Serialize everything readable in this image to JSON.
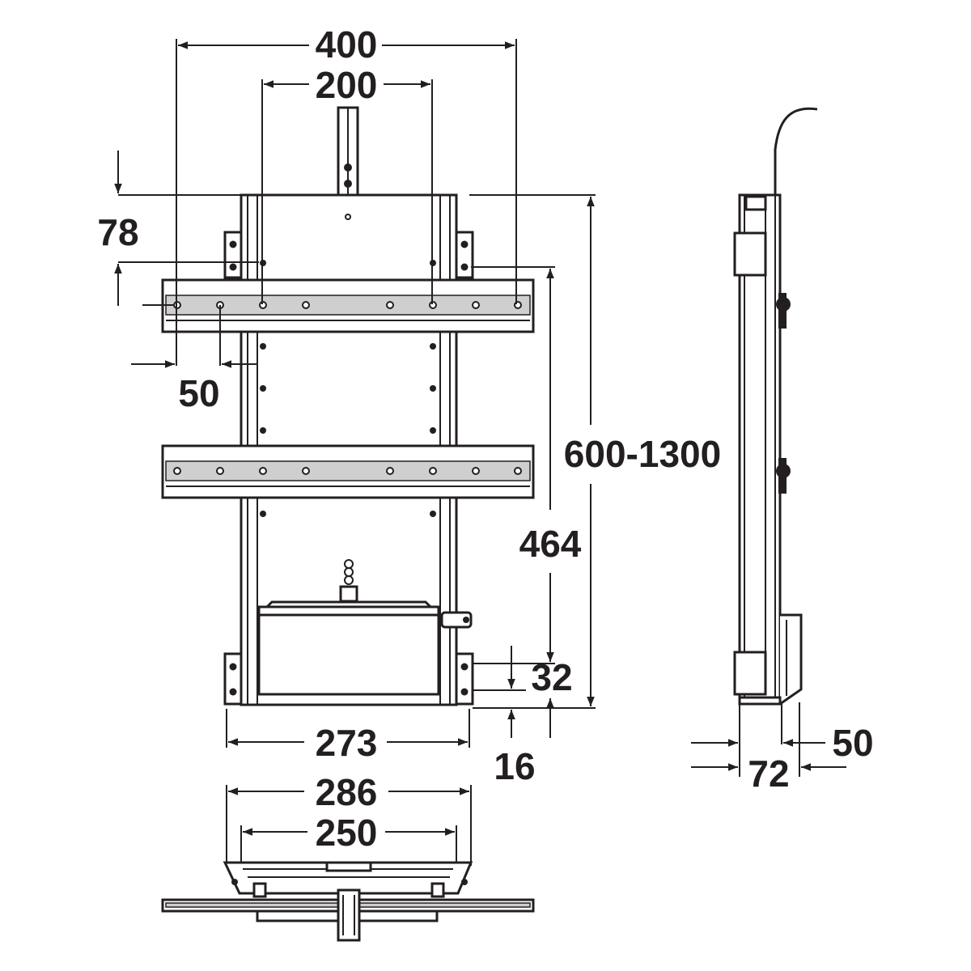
{
  "drawing": {
    "front_view": {
      "dim_overall_width": "400",
      "dim_inner_width": "200",
      "dim_top_offset": "78",
      "dim_hole_pitch": "50",
      "dim_height_range": "600-1300",
      "dim_rail_to_bottom": "464",
      "dim_bottom_32": "32",
      "dim_bottom_16": "16",
      "dim_base_width": "273"
    },
    "bottom_view": {
      "dim_outer": "286",
      "dim_inner": "250"
    },
    "side_view": {
      "dim_depth": "72",
      "dim_offset": "50"
    },
    "colors": {
      "line": "#231f20",
      "rail_fill": "#cfcfcf",
      "background": "#ffffff"
    }
  }
}
